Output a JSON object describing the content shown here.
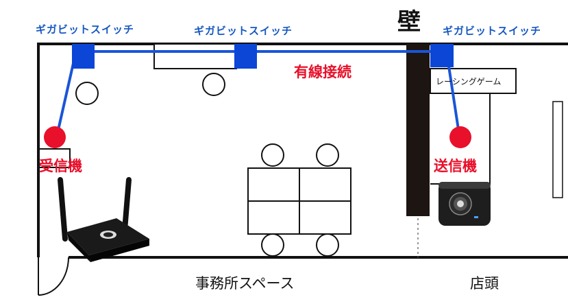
{
  "labels": {
    "switch_left": "ギガビットスイッチ",
    "switch_middle": "ギガビットスイッチ",
    "switch_right": "ギガビットスイッチ",
    "wall": "壁",
    "wired": "有線接続",
    "receiver": "受信機",
    "transmitter": "送信機",
    "racing_game": "レーシングゲーム",
    "office_space": "事務所スペース",
    "storefront": "店頭"
  },
  "colors": {
    "switch_blue": "#0b46d6",
    "cable_blue": "#1a55d8",
    "device_red": "#e8102a",
    "wall_dark": "#1d1512"
  }
}
